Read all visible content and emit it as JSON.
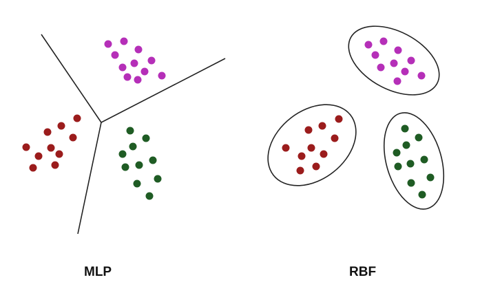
{
  "captions": {
    "mlp": "MLP",
    "rbf": "RBF"
  },
  "colors": {
    "class_red": "#9b1c1c",
    "class_purple": "#b52fb8",
    "class_green": "#1f5c24",
    "boundary": "#222222"
  },
  "panels": [
    {
      "name": "mlp",
      "boundary_style": "three linear decision boundaries meeting at a point",
      "clusters": [
        "red",
        "purple",
        "green"
      ]
    },
    {
      "name": "rbf",
      "boundary_style": "elliptical regions enclosing each cluster",
      "clusters": [
        "red",
        "purple",
        "green"
      ]
    }
  ]
}
